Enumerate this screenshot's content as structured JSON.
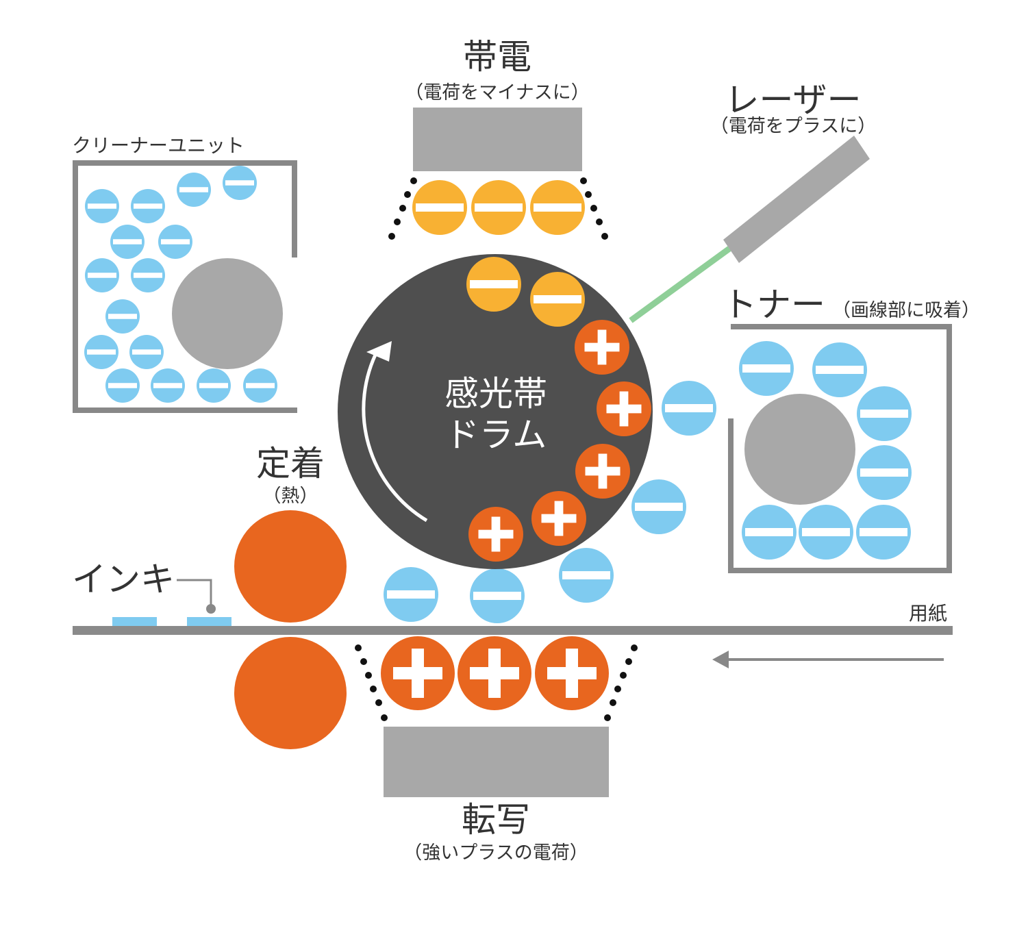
{
  "labels": {
    "charging": "帯電",
    "charging_sub": "（電荷をマイナスに）",
    "laser": "レーザー",
    "laser_sub": "（電荷をプラスに）",
    "cleaner": "クリーナーユニット",
    "toner": "トナー",
    "toner_sub": "（画線部に吸着）",
    "fixing": "定着",
    "fixing_sub": "（熱）",
    "ink": "インキ",
    "paper": "用紙",
    "transfer": "転写",
    "transfer_sub": "（強いプラスの電荷）",
    "drum_line1": "感光帯",
    "drum_line2": "ドラム"
  },
  "colors": {
    "drum": "#4f4f4f",
    "unit_gray": "#a8a8a8",
    "negative_charge": "#f8b133",
    "positive_charge": "#e8661f",
    "toner_particle": "#7fcbf0",
    "heat_roller": "#e8661f",
    "laser_beam": "#8fcf98",
    "paper": "#8a8a8a",
    "ink": "#7fcbf0"
  }
}
